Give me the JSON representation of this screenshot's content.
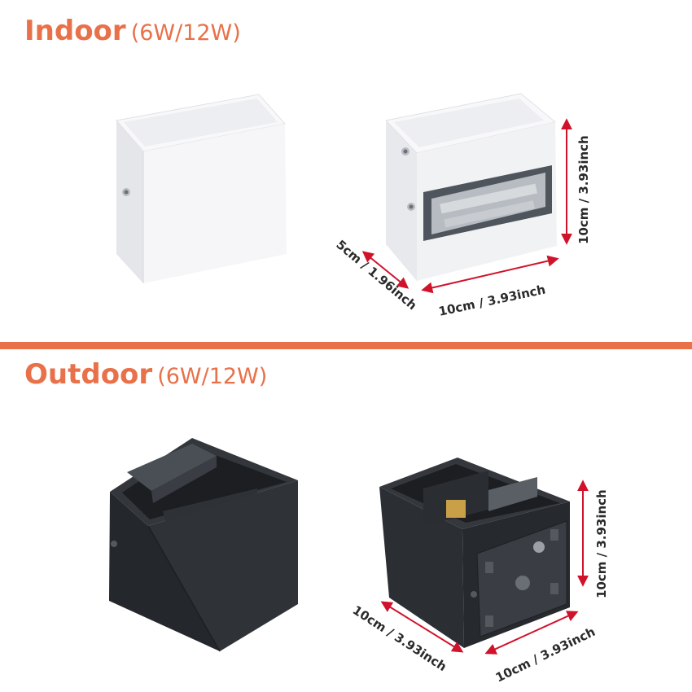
{
  "sections": {
    "indoor": {
      "title": "Indoor",
      "power": "(6W/12W)"
    },
    "outdoor": {
      "title": "Outdoor",
      "power": "(6W/12W)"
    }
  },
  "dimensions": {
    "indoor_depth": "5cm / 1.96inch",
    "indoor_width": "10cm / 3.93inch",
    "indoor_height": "10cm / 3.93inch",
    "outdoor_depth": "10cm / 3.93inch",
    "outdoor_width": "10cm / 3.93inch",
    "outdoor_height": "10cm / 3.93inch"
  },
  "colors": {
    "accent": "#e8714a",
    "dimension_arrow": "#d0122a",
    "indoor_body": "#f2f3f5",
    "outdoor_body": "#2b2f34"
  }
}
